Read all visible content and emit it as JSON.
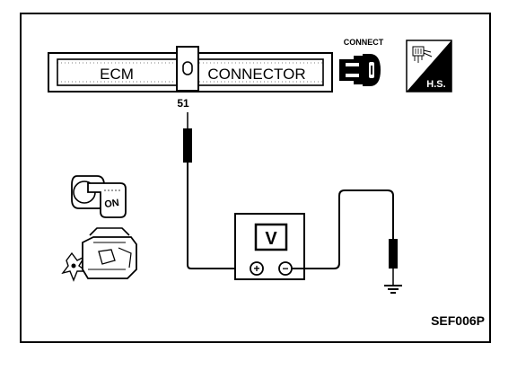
{
  "connector": {
    "left_label": "ECM",
    "right_label": "CONNECTOR",
    "pin_number": "51"
  },
  "connect_icon": {
    "caption": "CONNECT",
    "icon": "connector-plug-icon"
  },
  "harness_badge": {
    "label": "H.S.",
    "icon": "harness-connector-icon"
  },
  "ignition": {
    "key_label": "ON",
    "icon": "ignition-key-icon"
  },
  "engine": {
    "icon": "engine-icon"
  },
  "voltmeter": {
    "display_label": "V",
    "positive_symbol": "+",
    "negative_symbol": "−",
    "icon": "voltmeter-icon"
  },
  "ground": {
    "icon": "ground-symbol-icon"
  },
  "figure_code": "SEF006P",
  "colors": {
    "ink": "#000000",
    "background": "#ffffff"
  }
}
